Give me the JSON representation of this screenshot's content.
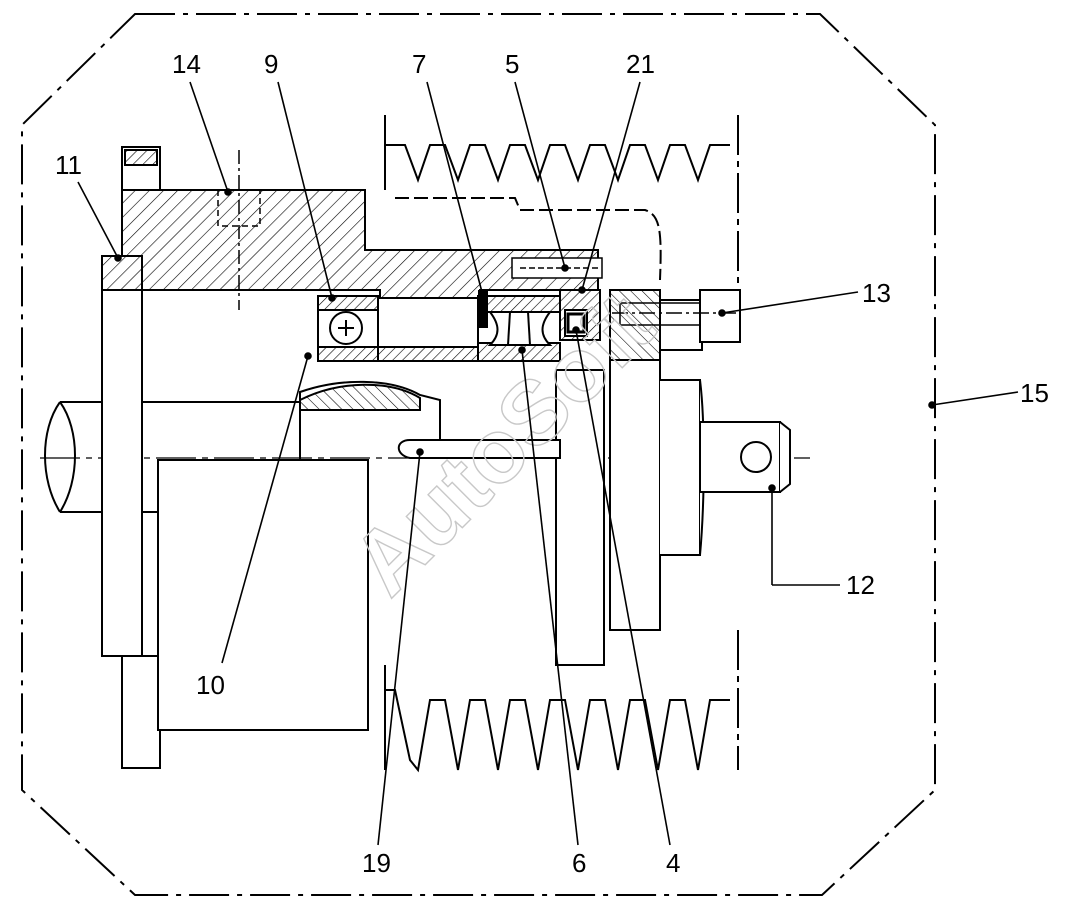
{
  "callouts": {
    "c14": "14",
    "c9": "9",
    "c7": "7",
    "c5": "5",
    "c21": "21",
    "c11": "11",
    "c13": "13",
    "c15": "15",
    "c12": "12",
    "c10": "10",
    "c19": "19",
    "c6": "6",
    "c4": "4"
  },
  "watermark": "AutoSoft",
  "colors": {
    "line": "#000000",
    "watermark": "#c8c8c8",
    "background": "#ffffff"
  }
}
